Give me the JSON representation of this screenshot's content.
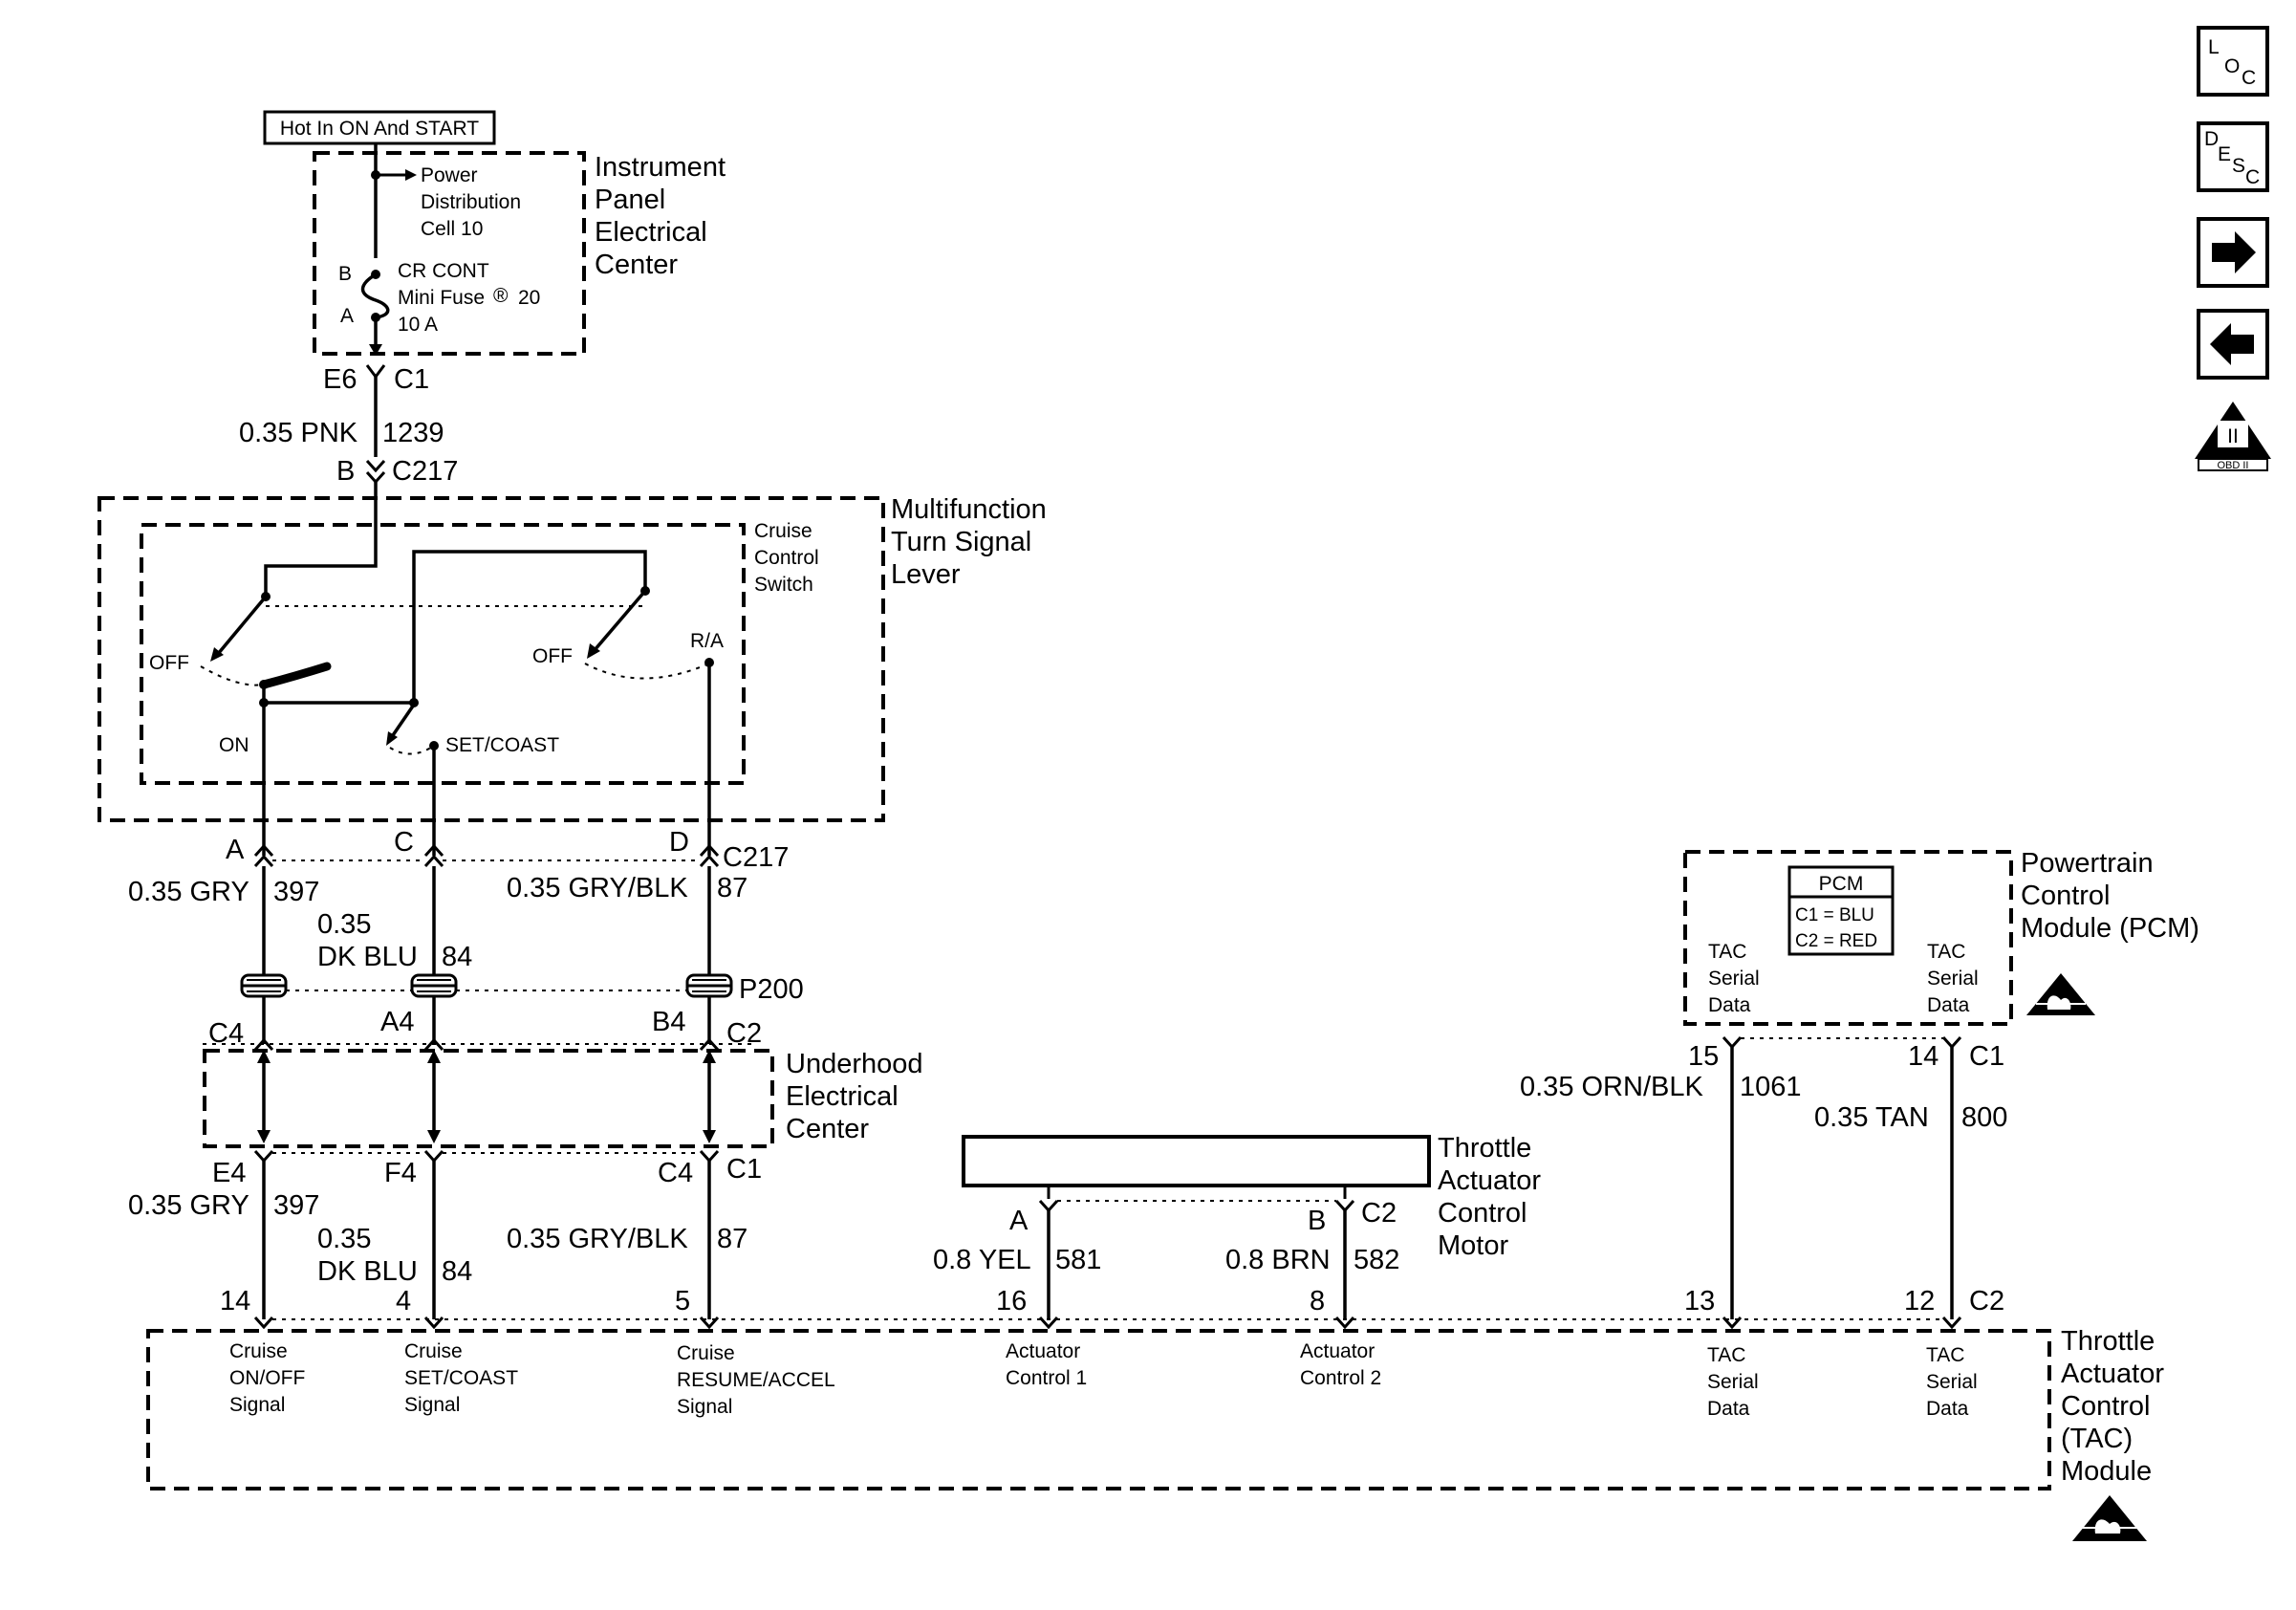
{
  "power": {
    "hot_label": "Hot In ON And START"
  },
  "ipec": {
    "name": [
      "Instrument",
      "Panel",
      "Electrical",
      "Center"
    ],
    "power_dist": [
      "Power",
      "Distribution",
      "Cell 10"
    ],
    "fuse_pin_b": "B",
    "fuse_pin_a": "A",
    "fuse": [
      "CR CONT",
      "Mini Fuse",
      "®",
      "20",
      "10 A"
    ]
  },
  "conn_ipec": {
    "pin": "E6",
    "name": "C1"
  },
  "wire_1239": {
    "gauge": "0.35 PNK",
    "circuit": "1239"
  },
  "conn_c217_top": {
    "pin": "B",
    "name": "C217"
  },
  "mfsl": {
    "name": [
      "Multifunction",
      "Turn Signal",
      "Lever"
    ],
    "switch_name": [
      "Cruise",
      "Control",
      "Switch"
    ],
    "off1": "OFF",
    "on": "ON",
    "off2": "OFF",
    "ra": "R/A",
    "setcoast": "SET/COAST"
  },
  "conn_c217_bot": {
    "pin_a": "A",
    "pin_c": "C",
    "pin_d": "D",
    "name": "C217"
  },
  "wire_397_top": {
    "gauge": "0.35 GRY",
    "circuit": "397"
  },
  "wire_84_top": {
    "gauge_1": "0.35",
    "gauge_2": "DK BLU",
    "circuit": "84"
  },
  "wire_87_top": {
    "gauge": "0.35 GRY/BLK",
    "circuit": "87"
  },
  "p200": {
    "name": "P200"
  },
  "conn_c2": {
    "pin_1": "C4",
    "pin_2": "A4",
    "pin_3": "B4",
    "name": "C2"
  },
  "uhec": {
    "name": [
      "Underhood",
      "Electrical",
      "Center"
    ]
  },
  "conn_c1_uhec": {
    "pin_1": "E4",
    "pin_2": "F4",
    "pin_3": "C4",
    "name": "C1"
  },
  "wire_397_bot": {
    "gauge": "0.35 GRY",
    "circuit": "397"
  },
  "wire_84_bot": {
    "gauge_1": "0.35",
    "gauge_2": "DK BLU",
    "circuit": "84"
  },
  "wire_87_bot": {
    "gauge": "0.35 GRY/BLK",
    "circuit": "87"
  },
  "tac_motor": {
    "name": [
      "Throttle",
      "Actuator",
      "Control",
      "Motor"
    ],
    "pin_a": "A",
    "pin_b": "B",
    "conn": "C2"
  },
  "wire_581": {
    "gauge": "0.8 YEL",
    "circuit": "581"
  },
  "wire_582": {
    "gauge": "0.8 BRN",
    "circuit": "582"
  },
  "pcm": {
    "name": [
      "Powertrain",
      "Control",
      "Module (PCM)"
    ],
    "box_title": "PCM",
    "c1": "C1 = BLU",
    "c2": "C2 = RED",
    "tac_left": [
      "TAC",
      "Serial",
      "Data"
    ],
    "tac_right": [
      "TAC",
      "Serial",
      "Data"
    ],
    "pin_left": "15",
    "pin_right": "14",
    "conn": "C1"
  },
  "wire_1061": {
    "gauge": "0.35 ORN/BLK",
    "circuit": "1061"
  },
  "wire_800": {
    "gauge": "0.35 TAN",
    "circuit": "800"
  },
  "tac_module": {
    "name": [
      "Throttle",
      "Actuator",
      "Control",
      "(TAC)",
      "Module"
    ],
    "pin_14": "14",
    "pin_4": "4",
    "pin_5": "5",
    "pin_16": "16",
    "pin_8": "8",
    "pin_13": "13",
    "pin_12": "12",
    "conn": "C2",
    "t1": [
      "Cruise",
      "ON/OFF",
      "Signal"
    ],
    "t2": [
      "Cruise",
      "SET/COAST",
      "Signal"
    ],
    "t3": [
      "Cruise",
      "RESUME/ACCEL",
      "Signal"
    ],
    "t4": [
      "Actuator",
      "Control 1"
    ],
    "t5": [
      "Actuator",
      "Control 2"
    ],
    "t6": [
      "TAC",
      "Serial",
      "Data"
    ],
    "t7": [
      "TAC",
      "Serial",
      "Data"
    ]
  },
  "nav": {
    "loc": [
      "L",
      "O",
      "C"
    ],
    "desc": [
      "D",
      "E",
      "S",
      "C"
    ],
    "obd": "OBD II",
    "obd_mark": "II"
  }
}
